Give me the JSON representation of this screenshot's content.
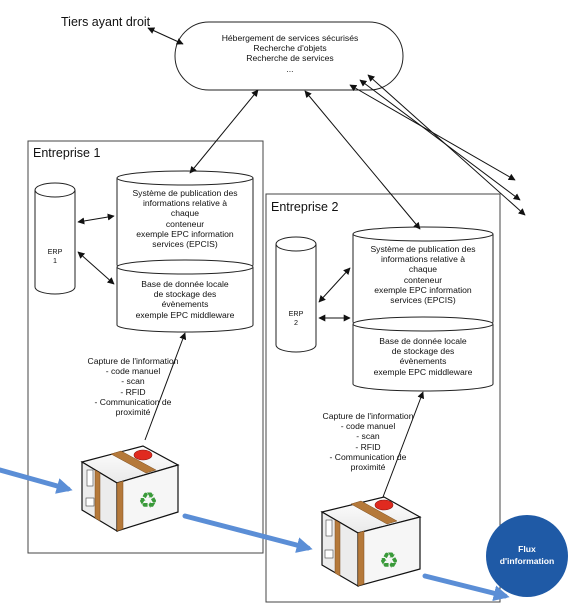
{
  "tiers_label": "Tiers ayant droit",
  "cloud": {
    "lines": [
      "Hébergement de services sécurisés",
      "Recherche d'objets",
      "Recherche de services",
      "..."
    ]
  },
  "enterprise1": {
    "title": "Entreprise 1",
    "erp_lines": [
      "ERP",
      "1"
    ],
    "epcis_lines": [
      "Système de publication des",
      "informations relative à",
      "chaque",
      "conteneur",
      "exemple EPC information",
      "services (EPCIS)"
    ],
    "db_lines": [
      "Base de donnée locale",
      "de stockage des",
      "évènements",
      "exemple EPC middleware"
    ],
    "capture_lines": [
      "Capture  de l'information",
      "- code manuel",
      "- scan",
      "- RFID",
      "- Communication de",
      "proximité"
    ]
  },
  "enterprise2": {
    "title": "Entreprise 2",
    "erp_lines": [
      "ERP",
      "2"
    ],
    "epcis_lines": [
      "Système de publication des",
      "informations relative à",
      "chaque",
      "conteneur",
      "exemple EPC information",
      "services (EPCIS)"
    ],
    "db_lines": [
      "Base de donnée locale",
      "de stockage des",
      "évènements",
      "exemple EPC middleware"
    ],
    "capture_lines": [
      "Capture  de l'information",
      "- code manuel",
      "- scan",
      "- RFID",
      "- Communication de",
      "proximité"
    ]
  },
  "flux": {
    "lines": [
      "Flux",
      "d'information"
    ]
  },
  "colors": {
    "flow_arrow": "#5b8ed6",
    "flux_circle": "#1f5aa6",
    "tape": "#b5793a",
    "box": "#f2f2f2",
    "recycle": "#3a9a3a",
    "tag": "#e02a1f"
  }
}
